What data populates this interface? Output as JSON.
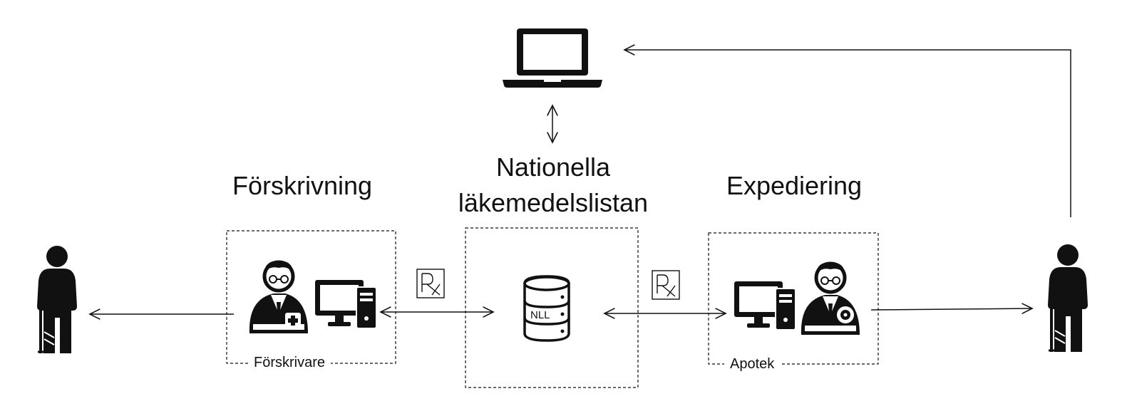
{
  "headings": {
    "prescribing": "Förskrivning",
    "nll_line1": "Nationella",
    "nll_line2": "läkemedelslistan",
    "dispensing": "Expediering"
  },
  "box_labels": {
    "prescriber": "Förskrivare",
    "pharmacy": "Apotek"
  },
  "database_label": "NLL",
  "icons": [
    "patient-icon",
    "doctor-icon",
    "desktop-computer-icon",
    "rx-symbol-icon",
    "database-icon",
    "pharmacist-icon",
    "laptop-icon"
  ],
  "colors": {
    "ink": "#111111",
    "background": "#ffffff"
  }
}
